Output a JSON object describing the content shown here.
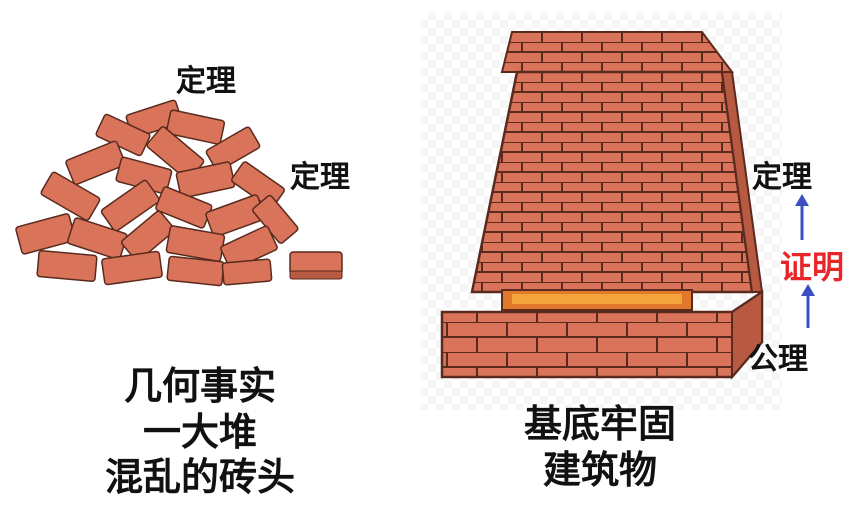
{
  "left": {
    "top_label": "定理",
    "right_label": "定理",
    "caption_lines": [
      "几何事实",
      "一大堆",
      "混乱的砖头"
    ]
  },
  "right": {
    "theorem_label": "定理",
    "proof_label": "证明",
    "axiom_label": "公理",
    "caption_lines": [
      "基底牢固",
      "建筑物"
    ]
  },
  "colors": {
    "brick": "#d9745a",
    "brick_dark": "#b85a42",
    "proof_red": "#e8262a",
    "arrow_blue": "#3b4fc0"
  }
}
